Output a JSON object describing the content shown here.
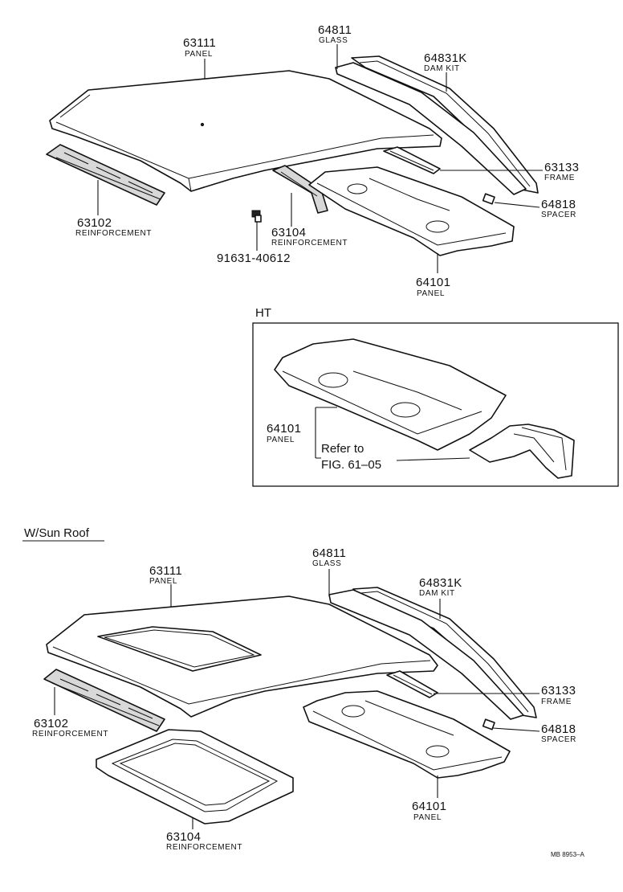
{
  "top": {
    "labels": [
      {
        "number": "63111",
        "name": "PANEL"
      },
      {
        "number": "64811",
        "name": "GLASS"
      },
      {
        "number": "64831K",
        "name": "DAM KIT"
      },
      {
        "number": "63133",
        "name": "FRAME"
      },
      {
        "number": "64818",
        "name": "SPACER"
      },
      {
        "number": "63102",
        "name": "REINFORCEMENT"
      },
      {
        "number": "63104",
        "name": "REINFORCEMENT"
      },
      {
        "number": "91631-40612",
        "name": ""
      },
      {
        "number": "64101",
        "name": "PANEL"
      }
    ]
  },
  "ht": {
    "heading": "HT",
    "label": {
      "number": "64101",
      "name": "PANEL"
    },
    "refer_line1": "Refer to",
    "refer_line2": "FIG. 61–05"
  },
  "sunroof": {
    "heading": "W/Sun Roof",
    "labels": [
      {
        "number": "63111",
        "name": "PANEL"
      },
      {
        "number": "64811",
        "name": "GLASS"
      },
      {
        "number": "64831K",
        "name": "DAM KIT"
      },
      {
        "number": "63133",
        "name": "FRAME"
      },
      {
        "number": "64818",
        "name": "SPACER"
      },
      {
        "number": "63102",
        "name": "REINFORCEMENT"
      },
      {
        "number": "64101",
        "name": "PANEL"
      },
      {
        "number": "63104",
        "name": "REINFORCEMENT"
      }
    ]
  },
  "figure_code": "MB 8953–A"
}
